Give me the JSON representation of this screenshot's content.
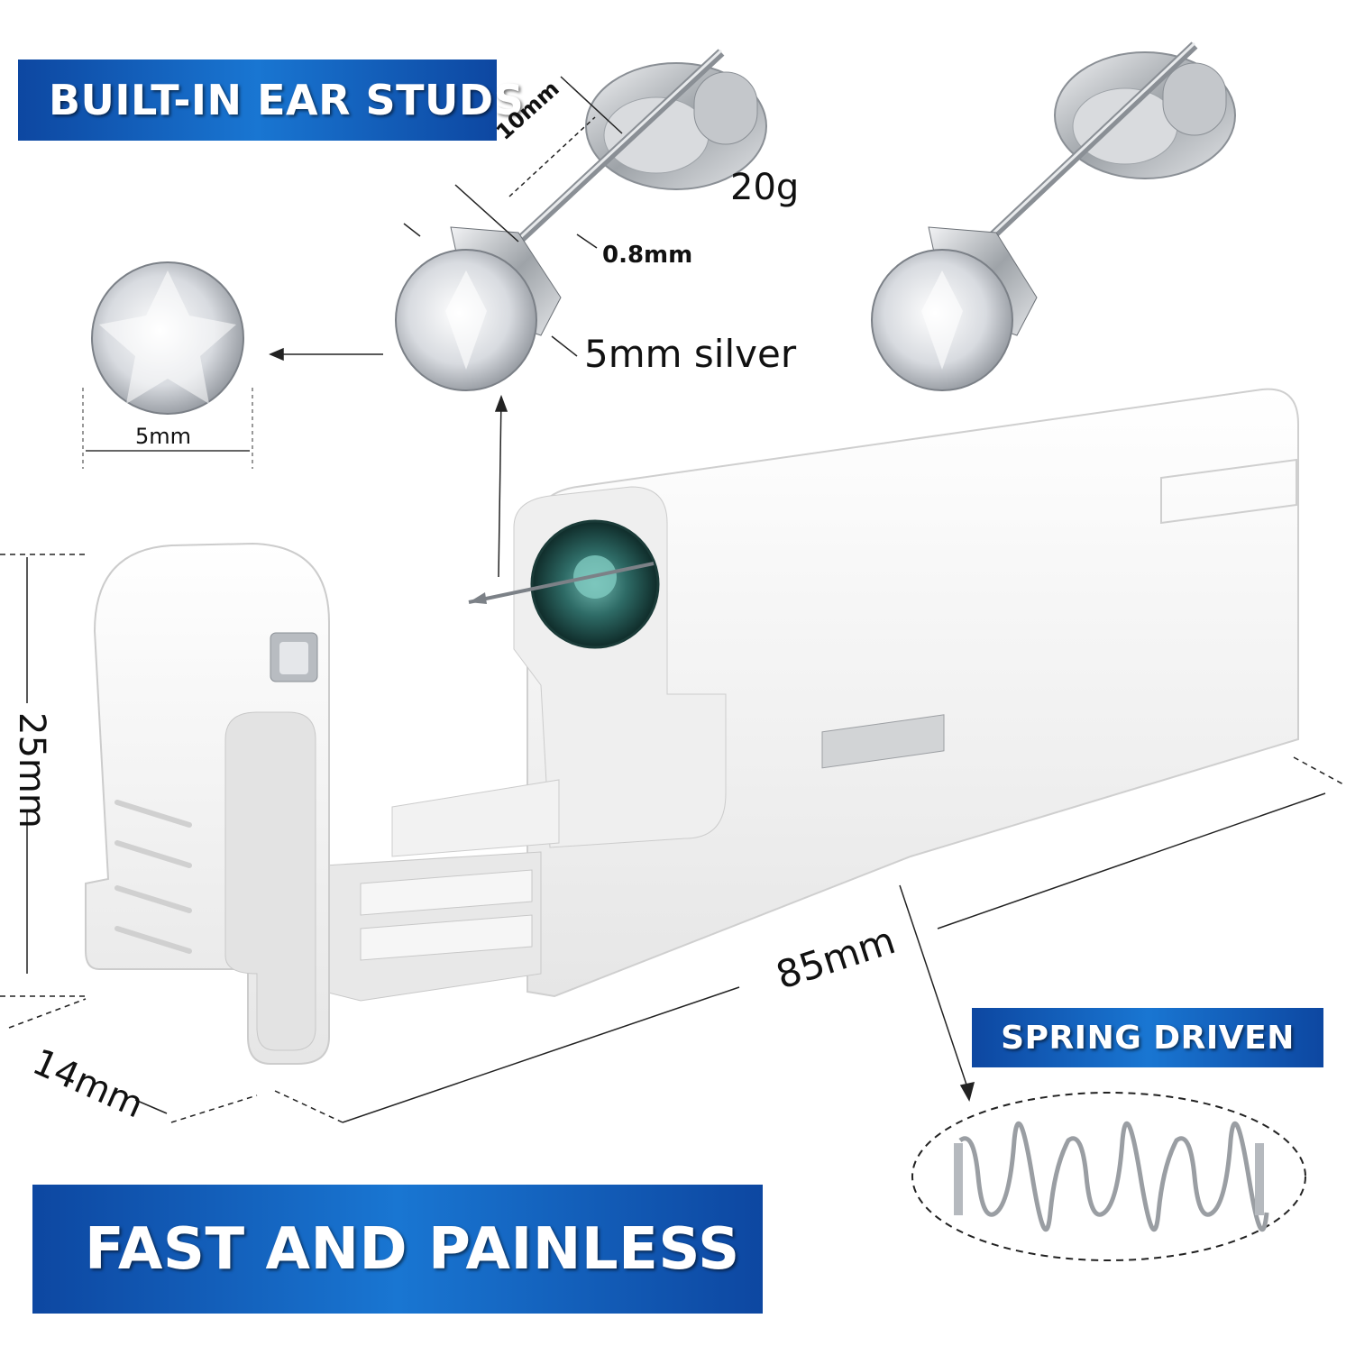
{
  "banners": {
    "top_left": "BUILT-IN EAR STUDS",
    "right": "SPRING DRIVEN",
    "bottom": "FAST AND PAINLESS"
  },
  "labels": {
    "pin_length": "10mm",
    "weight": "20g",
    "pin_diameter": "0.8mm",
    "stone_size": "5mm silver",
    "stone_width": "5mm",
    "height": "25mm",
    "depth": "14mm",
    "length": "85mm"
  },
  "colors": {
    "banner_blue": "#0d47a1",
    "banner_blue_light": "#1976d2",
    "device_white": "#f4f4f4",
    "device_shadow": "#d6d6d6",
    "metal_silver": "#c9ccd0",
    "lens_teal": "#2e6b66"
  }
}
